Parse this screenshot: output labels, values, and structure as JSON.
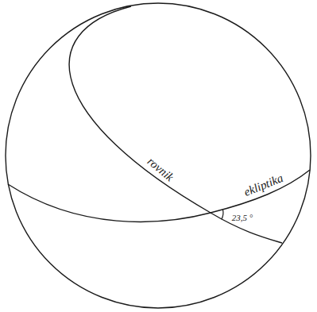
{
  "diagram": {
    "labels": [
      "rovnik",
      "ekliptika",
      "23,5 °"
    ]
  }
}
